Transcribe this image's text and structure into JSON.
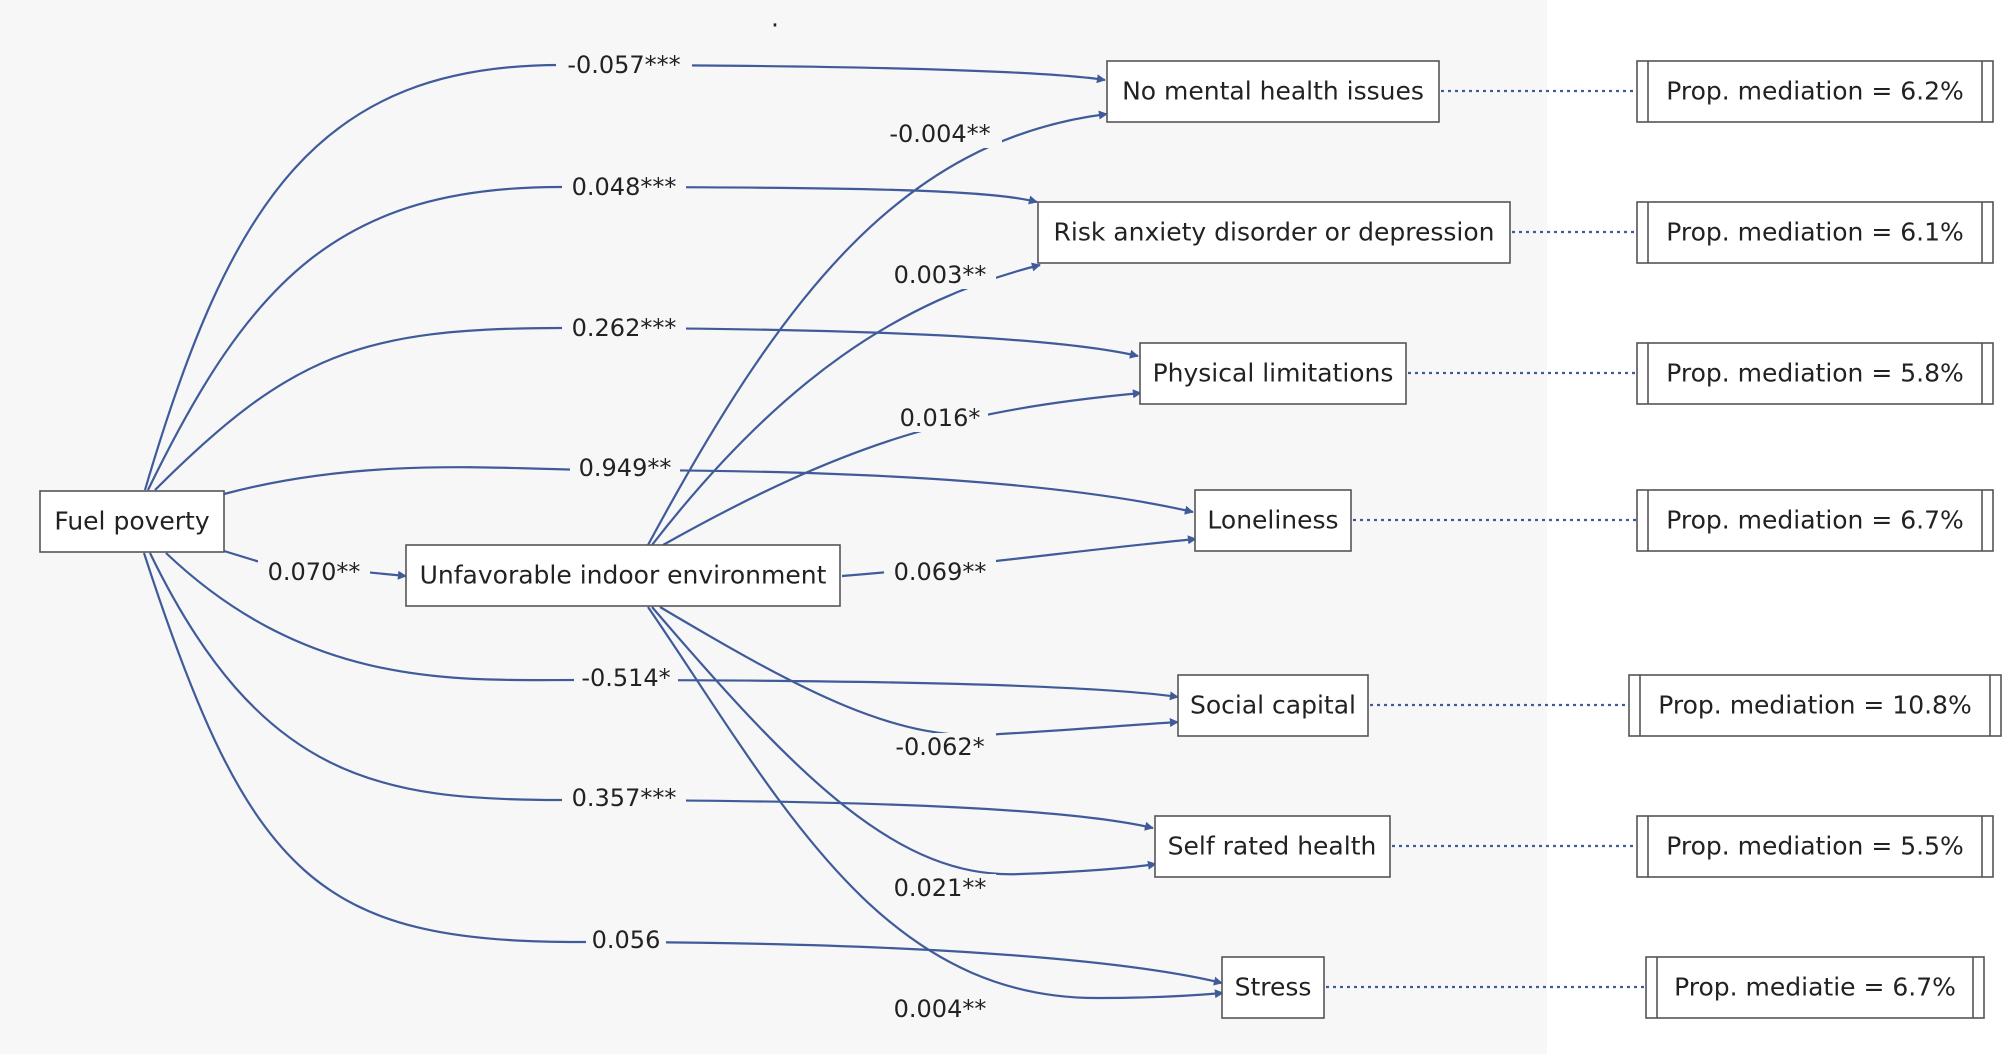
{
  "colors": {
    "edge": "#3f5b9a",
    "panel": "#f7f7f7",
    "box_border": "#555555"
  },
  "stray_mark": ".",
  "nodes": {
    "fuel_poverty": "Fuel poverty",
    "indoor": "Unfavorable indoor environment",
    "no_mental": "No mental health issues",
    "risk_anxiety": "Risk anxiety disorder or depression",
    "physical": "Physical limitations",
    "loneliness": "Loneliness",
    "social": "Social capital",
    "self_rated": "Self rated health",
    "stress": "Stress"
  },
  "coefficients": {
    "fp_indoor": "0.070**",
    "fp_no_mental": "-0.057***",
    "fp_risk": "0.048***",
    "fp_physical": "0.262***",
    "fp_loneliness": "0.949**",
    "fp_social": "-0.514*",
    "fp_self_rated": "0.357***",
    "fp_stress": "0.056",
    "ind_no_mental": "-0.004**",
    "ind_risk": "0.003**",
    "ind_physical": "0.016*",
    "ind_loneliness": "0.069**",
    "ind_social": "-0.062*",
    "ind_self_rated": "0.021**",
    "ind_stress": "0.004**"
  },
  "mediation": {
    "no_mental": "Prop. mediation = 6.2%",
    "risk_anxiety": "Prop. mediation = 6.1%",
    "physical": "Prop. mediation = 5.8%",
    "loneliness": "Prop. mediation = 6.7%",
    "social": "Prop. mediation = 10.8%",
    "self_rated": "Prop. mediation = 5.5%",
    "stress": "Prop. mediatie = 6.7%"
  }
}
